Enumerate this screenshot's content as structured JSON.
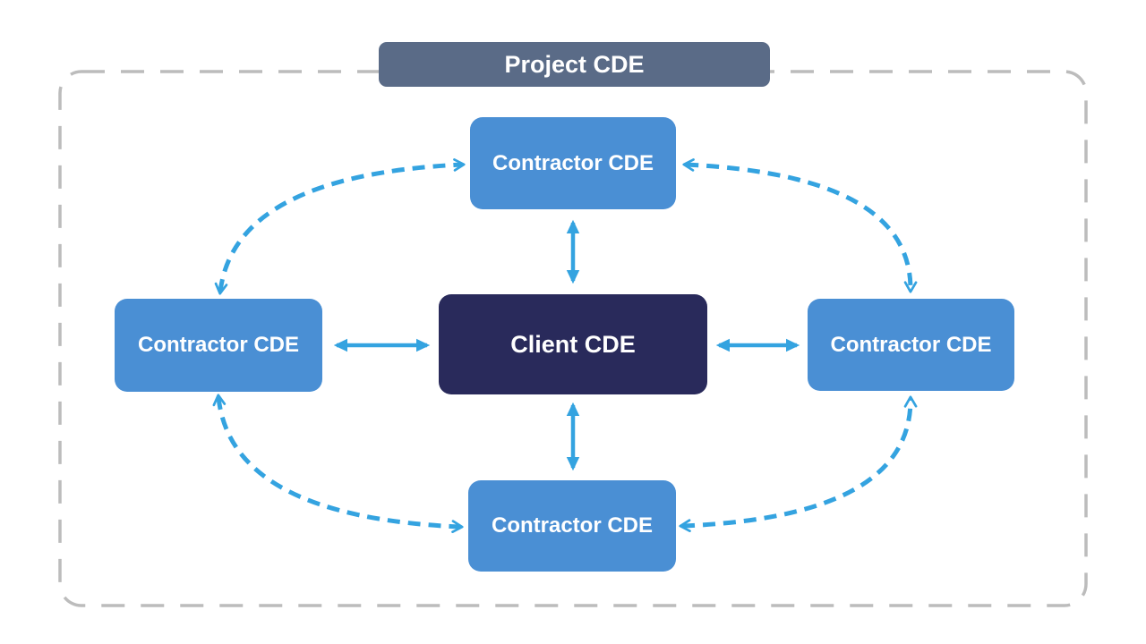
{
  "diagram": {
    "title": "Project CDE",
    "nodes": [
      {
        "id": "client",
        "label": "Client CDE"
      },
      {
        "id": "contractor-top",
        "label": "Contractor CDE"
      },
      {
        "id": "contractor-left",
        "label": "Contractor CDE"
      },
      {
        "id": "contractor-right",
        "label": "Contractor CDE"
      },
      {
        "id": "contractor-bottom",
        "label": "Contractor CDE"
      }
    ],
    "edges": [
      {
        "from": "client",
        "to": "contractor-top",
        "style": "solid",
        "bidirectional": true
      },
      {
        "from": "client",
        "to": "contractor-left",
        "style": "solid",
        "bidirectional": true
      },
      {
        "from": "client",
        "to": "contractor-right",
        "style": "solid",
        "bidirectional": true
      },
      {
        "from": "client",
        "to": "contractor-bottom",
        "style": "solid",
        "bidirectional": true
      },
      {
        "from": "contractor-left",
        "to": "contractor-top",
        "style": "dashed",
        "bidirectional": true
      },
      {
        "from": "contractor-top",
        "to": "contractor-right",
        "style": "dashed",
        "bidirectional": true
      },
      {
        "from": "contractor-left",
        "to": "contractor-bottom",
        "style": "dashed",
        "bidirectional": true
      },
      {
        "from": "contractor-bottom",
        "to": "contractor-right",
        "style": "dashed",
        "bidirectional": true
      }
    ],
    "colors": {
      "title_bg": "#5a6b87",
      "client_bg": "#292a5b",
      "contractor_bg": "#4a8fd4",
      "arrow": "#34a3e0",
      "boundary": "#bcbcbc",
      "node_text": "#ffffff"
    }
  }
}
